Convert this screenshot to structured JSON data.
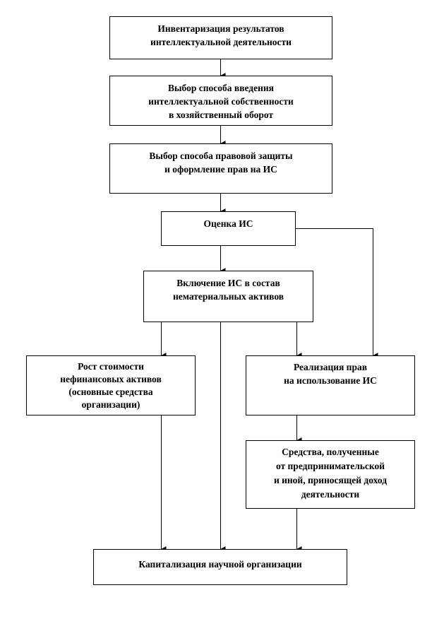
{
  "boxes": {
    "inventory": [
      "Инвентаризация результатов",
      "интеллектуальной деятельности"
    ],
    "choice_method": [
      "Выбор способа введения",
      "интеллектуальной собственности",
      "в хозяйственный оборот"
    ],
    "legal_protection": [
      "Выбор способа правовой защиты",
      "и оформление прав на ИС"
    ],
    "valuation": [
      "Оценка ИС"
    ],
    "intangible": [
      "Включение ИС в состав",
      "нематериальных активов"
    ],
    "nonfinancial": [
      "Рост стоимости",
      "нефинансовых активов",
      "(основные средства",
      "организации)"
    ],
    "rights": [
      "Реализация прав",
      "на использование ИС"
    ],
    "funds": [
      "Средства, полученные",
      "от предпринимательской",
      "и иной, приносящей доход",
      "деятельности"
    ],
    "capitalization": [
      "Капитализация научной организации"
    ]
  }
}
